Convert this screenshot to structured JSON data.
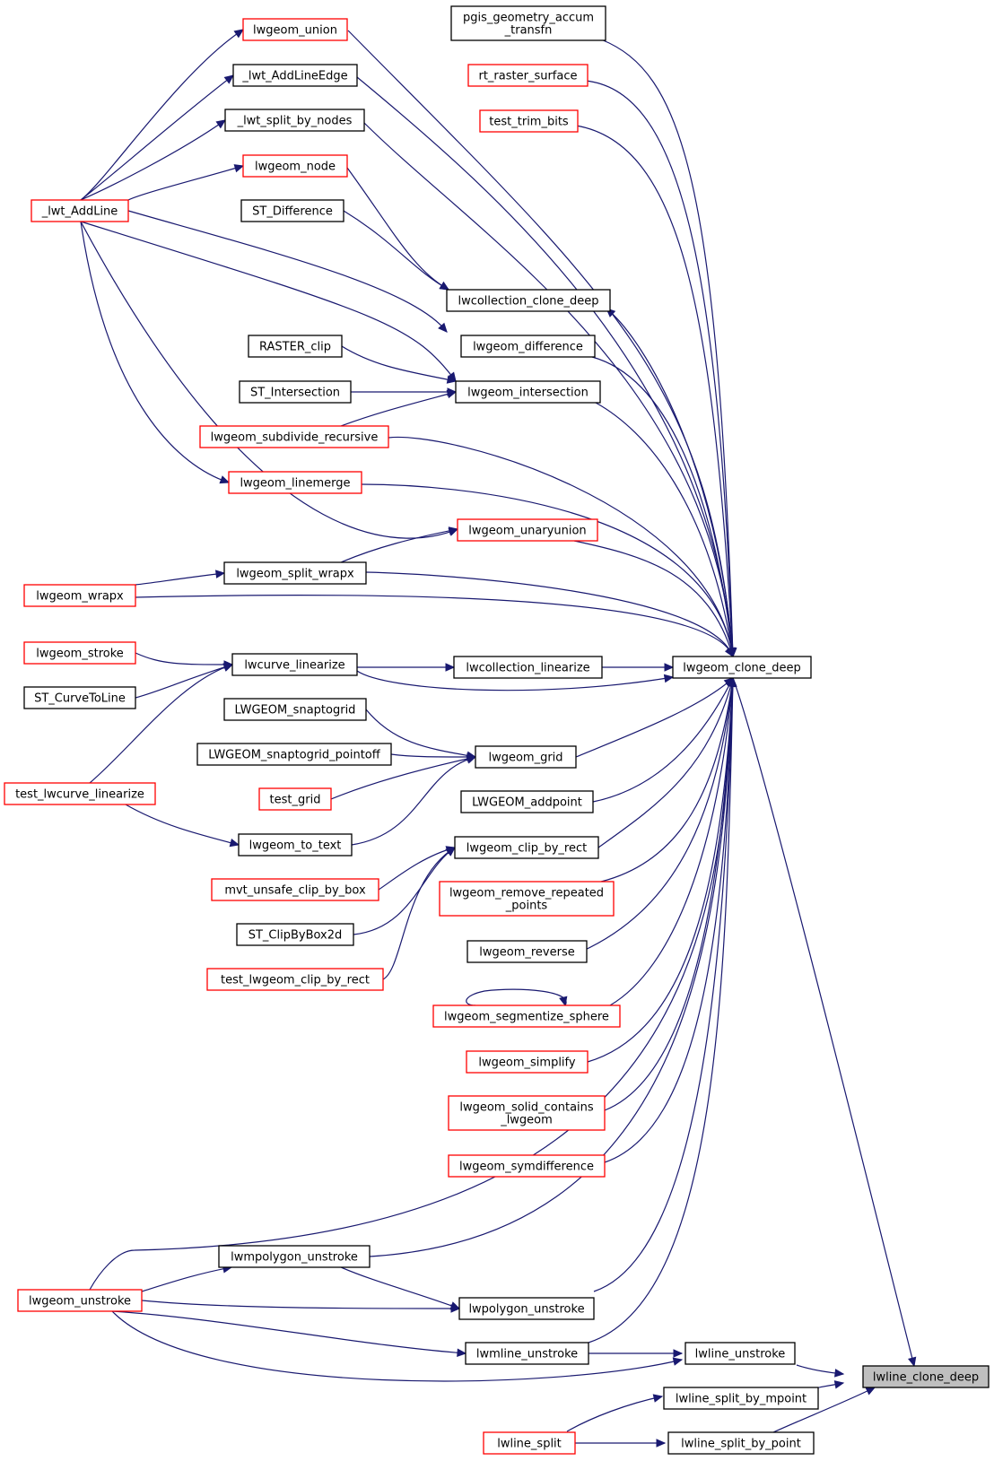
{
  "graph": {
    "colors": {
      "edge": "#191970",
      "ref_border": "#ff0000",
      "plain_border": "#000000",
      "root_fill": "#bfbfbf"
    },
    "nodes": [
      {
        "id": "n_lwline_clone_deep",
        "lines": [
          "lwline_clone_deep"
        ],
        "style": "root"
      },
      {
        "id": "n_lwgeom_clone_deep",
        "lines": [
          "lwgeom_clone_deep"
        ],
        "style": "black"
      },
      {
        "id": "n_lwline_unstroke",
        "lines": [
          "lwline_unstroke"
        ],
        "style": "black"
      },
      {
        "id": "n_lwline_split_by_mpoint",
        "lines": [
          "lwline_split_by_mpoint"
        ],
        "style": "black"
      },
      {
        "id": "n_lwline_split_by_point",
        "lines": [
          "lwline_split_by_point"
        ],
        "style": "black"
      },
      {
        "id": "n_lwline_split",
        "lines": [
          "lwline_split"
        ],
        "style": "red"
      },
      {
        "id": "n_pgis_geometry_accum",
        "lines": [
          "pgis_geometry_accum",
          "_transfn"
        ],
        "style": "black"
      },
      {
        "id": "n_rt_raster_surface",
        "lines": [
          "rt_raster_surface"
        ],
        "style": "red"
      },
      {
        "id": "n_test_trim_bits",
        "lines": [
          "test_trim_bits"
        ],
        "style": "red"
      },
      {
        "id": "n_lwcollection_clone_deep",
        "lines": [
          "lwcollection_clone_deep"
        ],
        "style": "black"
      },
      {
        "id": "n_lwgeom_difference",
        "lines": [
          "lwgeom_difference"
        ],
        "style": "black"
      },
      {
        "id": "n_lwgeom_intersection",
        "lines": [
          "lwgeom_intersection"
        ],
        "style": "black"
      },
      {
        "id": "n_lwgeom_unaryunion",
        "lines": [
          "lwgeom_unaryunion"
        ],
        "style": "red"
      },
      {
        "id": "n_lwcollection_linearize",
        "lines": [
          "lwcollection_linearize"
        ],
        "style": "black"
      },
      {
        "id": "n_lwgeom_grid",
        "lines": [
          "lwgeom_grid"
        ],
        "style": "black"
      },
      {
        "id": "n_LWGEOM_addpoint",
        "lines": [
          "LWGEOM_addpoint"
        ],
        "style": "black"
      },
      {
        "id": "n_lwgeom_clip_by_rect",
        "lines": [
          "lwgeom_clip_by_rect"
        ],
        "style": "black"
      },
      {
        "id": "n_lwgeom_remove_repeated",
        "lines": [
          "lwgeom_remove_repeated",
          "_points"
        ],
        "style": "red"
      },
      {
        "id": "n_lwgeom_reverse",
        "lines": [
          "lwgeom_reverse"
        ],
        "style": "black"
      },
      {
        "id": "n_lwgeom_segmentize_sphere",
        "lines": [
          "lwgeom_segmentize_sphere"
        ],
        "style": "red"
      },
      {
        "id": "n_lwgeom_simplify",
        "lines": [
          "lwgeom_simplify"
        ],
        "style": "red"
      },
      {
        "id": "n_lwgeom_solid_contains",
        "lines": [
          "lwgeom_solid_contains",
          "_lwgeom"
        ],
        "style": "red"
      },
      {
        "id": "n_lwgeom_symdifference",
        "lines": [
          "lwgeom_symdifference"
        ],
        "style": "red"
      },
      {
        "id": "n_lwpolygon_unstroke",
        "lines": [
          "lwpolygon_unstroke"
        ],
        "style": "black"
      },
      {
        "id": "n_lwmline_unstroke",
        "lines": [
          "lwmline_unstroke"
        ],
        "style": "black"
      },
      {
        "id": "n_lwgeom_union",
        "lines": [
          "lwgeom_union"
        ],
        "style": "red"
      },
      {
        "id": "n_lwt_AddLineEdge",
        "lines": [
          "_lwt_AddLineEdge"
        ],
        "style": "black"
      },
      {
        "id": "n_lwt_split_by_nodes",
        "lines": [
          "_lwt_split_by_nodes"
        ],
        "style": "black"
      },
      {
        "id": "n_lwgeom_node",
        "lines": [
          "lwgeom_node"
        ],
        "style": "red"
      },
      {
        "id": "n_ST_Difference",
        "lines": [
          "ST_Difference"
        ],
        "style": "black"
      },
      {
        "id": "n_RASTER_clip",
        "lines": [
          "RASTER_clip"
        ],
        "style": "black"
      },
      {
        "id": "n_ST_Intersection",
        "lines": [
          "ST_Intersection"
        ],
        "style": "black"
      },
      {
        "id": "n_lwgeom_subdivide_recursive",
        "lines": [
          "lwgeom_subdivide_recursive"
        ],
        "style": "red"
      },
      {
        "id": "n_lwgeom_linemerge",
        "lines": [
          "lwgeom_linemerge"
        ],
        "style": "red"
      },
      {
        "id": "n_lwgeom_split_wrapx",
        "lines": [
          "lwgeom_split_wrapx"
        ],
        "style": "black"
      },
      {
        "id": "n_lwcurve_linearize",
        "lines": [
          "lwcurve_linearize"
        ],
        "style": "black"
      },
      {
        "id": "n_LWGEOM_snaptogrid",
        "lines": [
          "LWGEOM_snaptogrid"
        ],
        "style": "black"
      },
      {
        "id": "n_LWGEOM_snaptogrid_pointoff",
        "lines": [
          "LWGEOM_snaptogrid_pointoff"
        ],
        "style": "black"
      },
      {
        "id": "n_test_grid",
        "lines": [
          "test_grid"
        ],
        "style": "red"
      },
      {
        "id": "n_lwgeom_to_text",
        "lines": [
          "lwgeom_to_text"
        ],
        "style": "black"
      },
      {
        "id": "n_mvt_unsafe_clip_by_box",
        "lines": [
          "mvt_unsafe_clip_by_box"
        ],
        "style": "red"
      },
      {
        "id": "n_ST_ClipByBox2d",
        "lines": [
          "ST_ClipByBox2d"
        ],
        "style": "black"
      },
      {
        "id": "n_test_lwgeom_clip_by_rect",
        "lines": [
          "test_lwgeom_clip_by_rect"
        ],
        "style": "red"
      },
      {
        "id": "n_lwmpolygon_unstroke",
        "lines": [
          "lwmpolygon_unstroke"
        ],
        "style": "black"
      },
      {
        "id": "n_lwt_AddLine",
        "lines": [
          "_lwt_AddLine"
        ],
        "style": "red"
      },
      {
        "id": "n_lwgeom_wrapx",
        "lines": [
          "lwgeom_wrapx"
        ],
        "style": "red"
      },
      {
        "id": "n_lwgeom_stroke",
        "lines": [
          "lwgeom_stroke"
        ],
        "style": "red"
      },
      {
        "id": "n_ST_CurveToLine",
        "lines": [
          "ST_CurveToLine"
        ],
        "style": "black"
      },
      {
        "id": "n_test_lwcurve_linearize",
        "lines": [
          "test_lwcurve_linearize"
        ],
        "style": "red"
      },
      {
        "id": "n_lwgeom_unstroke",
        "lines": [
          "lwgeom_unstroke"
        ],
        "style": "red"
      }
    ]
  }
}
